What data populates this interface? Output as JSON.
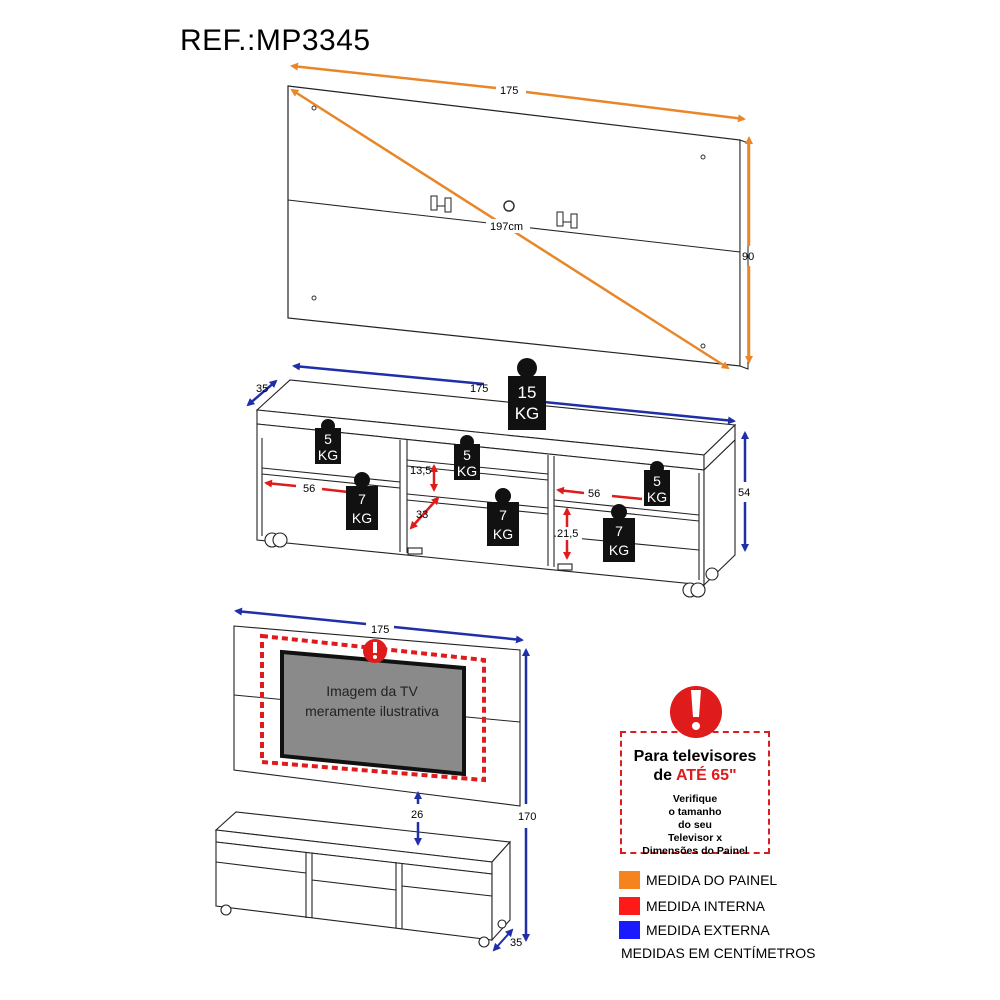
{
  "header": {
    "ref": "REF.:MP3345"
  },
  "panel": {
    "width_label": "175",
    "height_label": "90",
    "diagonal_label": "197cm"
  },
  "rack": {
    "width_label": "175",
    "depth_label": "35",
    "height_label": "54",
    "inner_width_left": "56",
    "inner_width_right": "56",
    "center_shelf_height": "13,5",
    "center_low_height": "33",
    "right_low_height": "21,5",
    "weights": {
      "top": [
        "15",
        "KG"
      ],
      "left_top": [
        "5",
        "KG"
      ],
      "center_top": [
        "5",
        "KG"
      ],
      "right_top": [
        "5",
        "KG"
      ],
      "left_low": [
        "7",
        "KG"
      ],
      "center_low": [
        "7",
        "KG"
      ],
      "right_low": [
        "7",
        "KG"
      ]
    }
  },
  "assembled": {
    "width_label": "175",
    "height_label": "170",
    "gap_label": "26",
    "depth_label": "35",
    "tv_text_line1": "Imagem da TV",
    "tv_text_line2": "meramente ilustrativa"
  },
  "warning": {
    "title_line1": "Para televisores",
    "title_line2_prefix": "de ",
    "title_line2_highlight": "ATÉ 65\"",
    "body_lines": [
      "Verifique",
      "o tamanho",
      "do seu",
      "Televisor x",
      "Dimensões do Painel"
    ]
  },
  "legend": {
    "items": [
      {
        "label": "MEDIDA DO PAINEL",
        "color": "#f5841f"
      },
      {
        "label": "MEDIDA INTERNA",
        "color": "#ff1a1a"
      },
      {
        "label": "MEDIDA EXTERNA",
        "color": "#1a1aff"
      }
    ],
    "note": "MEDIDAS EM CENTÍMETROS"
  },
  "colors": {
    "orange": "#e8862a",
    "blue": "#1f2fa8",
    "red": "#e01b1b",
    "tv": "#8a8a8a"
  }
}
